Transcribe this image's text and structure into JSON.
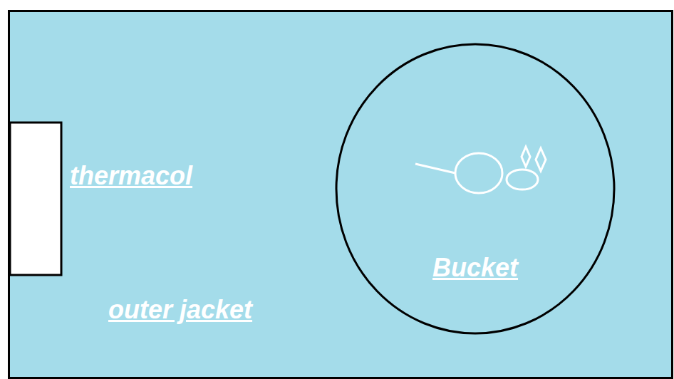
{
  "diagram": {
    "nodes": [
      {
        "text": [
          "outer jacket"
        ]
      },
      {
        "text": [
          "Bucket"
        ],
        "in": 0
      }
    ],
    "labels": [
      "thermacol"
    ]
  }
}
